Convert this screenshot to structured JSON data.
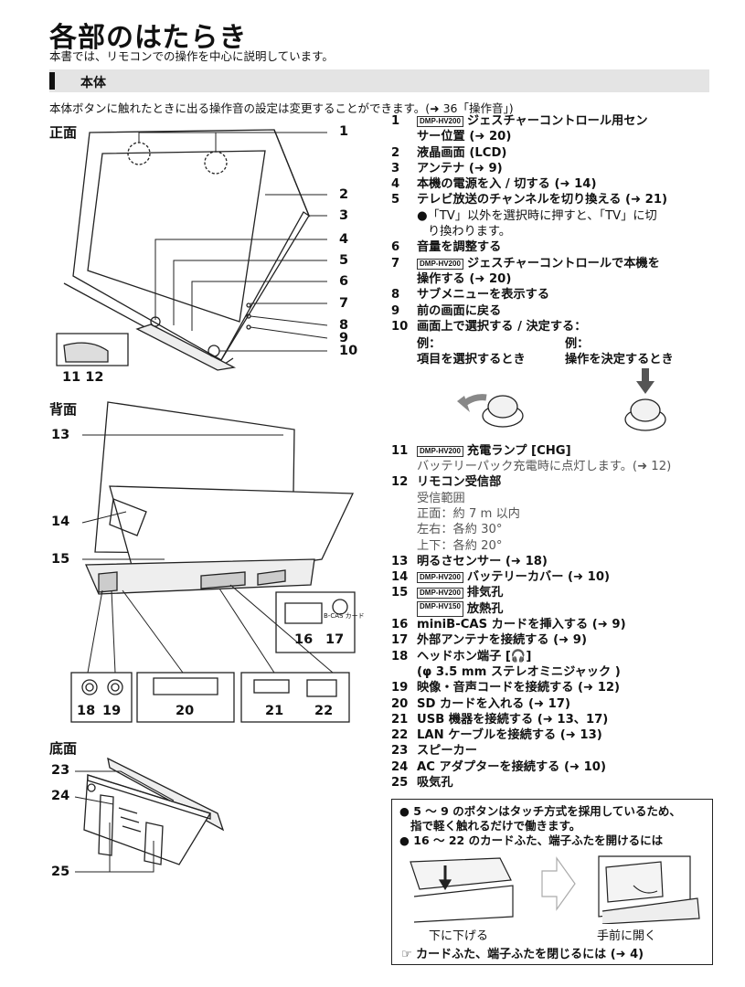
{
  "header": {
    "title": "各部のはたらき",
    "subtitle": "本書では、リモコンでの操作を中心に説明しています。"
  },
  "section": {
    "title": "本体"
  },
  "note": "本体ボタンに触れたときに出る操作音の設定は変更することができます。(➜ 36「操作音」)",
  "labels": {
    "front": "正面",
    "back": "背面",
    "bottom": "底面"
  },
  "callouts": {
    "n1": "1",
    "n2": "2",
    "n3": "3",
    "n4": "4",
    "n5": "5",
    "n6": "6",
    "n7": "7",
    "n8": "8",
    "n9": "9",
    "n10": "10",
    "n1112": "11 12",
    "n13": "13",
    "n14": "14",
    "n15": "15",
    "n16": "16",
    "n17": "17",
    "n18": "18",
    "n19": "19",
    "n20": "20",
    "n21": "21",
    "n22": "22",
    "n23": "23",
    "n24": "24",
    "n25": "25",
    "bcas": "B-CAS カード"
  },
  "badges": {
    "hv200": "DMP-HV200",
    "hv150": "DMP-HV150"
  },
  "items": {
    "i1a": "ジェスチャーコントロール用セン",
    "i1b": "サー位置 (➜ 20)",
    "i2": "液晶画面 (LCD)",
    "i3": "アンテナ (➜ 9)",
    "i4": "本機の電源を入 / 切する (➜ 14)",
    "i5": "テレビ放送のチャンネルを切り換える (➜ 21)",
    "i5n1": "●「TV」以外を選択時に押すと、「TV」に切",
    "i5n2": "り換わります。",
    "i6": "音量を調整する",
    "i7a": "ジェスチャーコントロールで本機を",
    "i7b": "操作する (➜ 20)",
    "i8": "サブメニューを表示する",
    "i9": "前の画面に戻る",
    "i10": "画面上で選択する / 決定する：",
    "ex1": "例：",
    "ex2": "例：",
    "ex1d": "項目を選択するとき",
    "ex2d": "操作を決定するとき",
    "i11": "充電ランプ [CHG]",
    "i11n": "バッテリーパック充電時に点灯します。(➜ 12)",
    "i12": "リモコン受信部",
    "i12n1": "受信範囲",
    "i12n2": "正面：約 7 m 以内",
    "i12n3": "左右：各約 30°",
    "i12n4": "上下：各約 20°",
    "i13": "明るさセンサー (➜ 18)",
    "i14": "バッテリーカバー (➜ 10)",
    "i15a": "排気孔",
    "i15b": "放熱孔",
    "i16": "miniB-CAS カードを挿入する (➜ 9)",
    "i17": "外部アンテナを接続する (➜ 9)",
    "i18": "ヘッドホン端子 [🎧]",
    "i18n": "(φ 3.5 mm ステレオミニジャック )",
    "i19": "映像・音声コードを接続する (➜ 12)",
    "i20": "SD カードを入れる (➜ 17)",
    "i21": "USB 機器を接続する (➜ 13、17)",
    "i22": "LAN ケーブルを接続する (➜ 13)",
    "i23": "スピーカー",
    "i24": "AC アダプターを接続する (➜ 10)",
    "i25": "吸気孔"
  },
  "box": {
    "b1": "● 5 ～ 9 のボタンはタッチ方式を採用しているため、",
    "b2": "指で軽く触れるだけで働きます。",
    "b3": "● 16 ～ 22 のカードふた、端子ふたを開けるには",
    "cap1": "下に下げる",
    "cap2": "手前に開く",
    "last": "☞ カードふた、端子ふたを閉じるには (➜ 4)"
  }
}
